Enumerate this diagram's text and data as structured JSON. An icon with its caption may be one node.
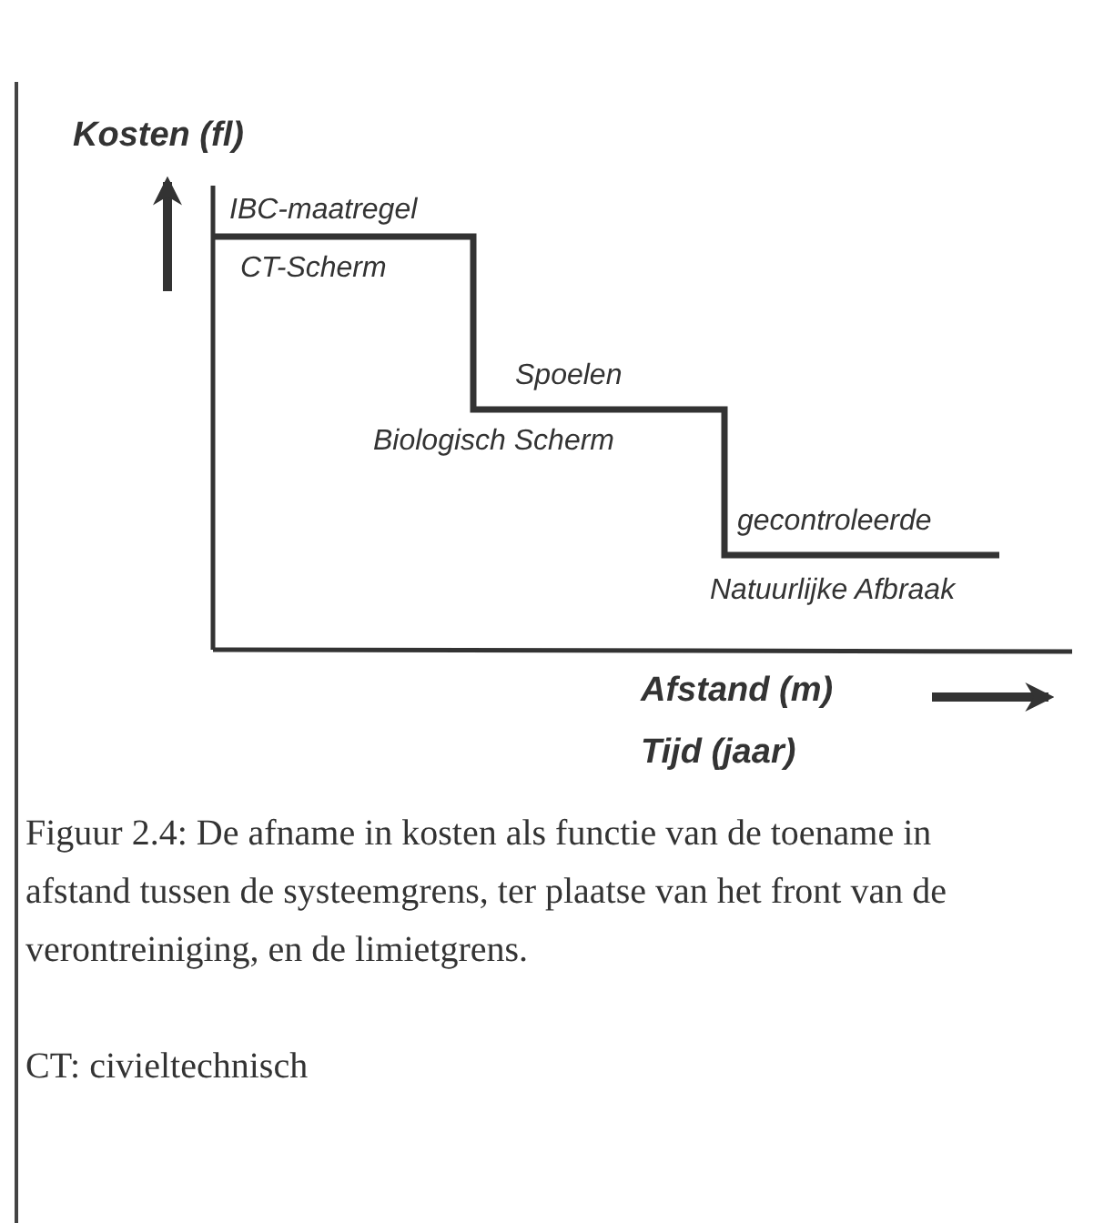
{
  "diagram": {
    "caption": "Figuur 2.4: De afname in kosten als functie van de toename in afstand tussen de systeemgrens, ter plaatse van het front van de verontreiniging, en de limietgrens.",
    "labels": [
      "Kosten (fl)",
      "IBC-maatregel",
      "CT-Scherm",
      "Spoelen",
      "Biologisch Scherm",
      "gecontroleerde",
      "Natuurlijke Afbraak",
      "Afstand (m)",
      "Tijd (jaar)",
      "CT: civieltechnisch"
    ]
  }
}
